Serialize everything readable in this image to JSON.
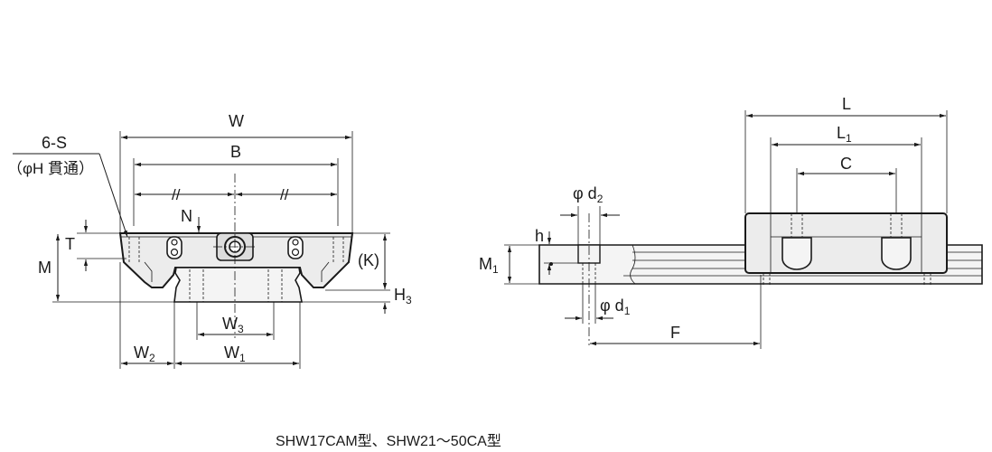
{
  "caption": "SHW17CAM型、SHW21～50CA型",
  "callout": {
    "line1": "6-S",
    "line2": "（φH 貫通）"
  },
  "dimension_labels": {
    "W": "W",
    "B": "B",
    "N": "N",
    "T": "T",
    "M": "M",
    "K": "(K)",
    "H3_main": "H",
    "H3_sub": "3",
    "W3_main": "W",
    "W3_sub": "3",
    "W2_main": "W",
    "W2_sub": "2",
    "W1_main": "W",
    "W1_sub": "1",
    "L": "L",
    "L1_main": "L",
    "L1_sub": "1",
    "C": "C",
    "h": "h",
    "M1_main": "M",
    "M1_sub": "1",
    "d2_main": "φ d",
    "d2_sub": "2",
    "d1_main": "φ d",
    "d1_sub": "1",
    "F": "F"
  },
  "parallel_marks": [
    "//",
    "//"
  ]
}
